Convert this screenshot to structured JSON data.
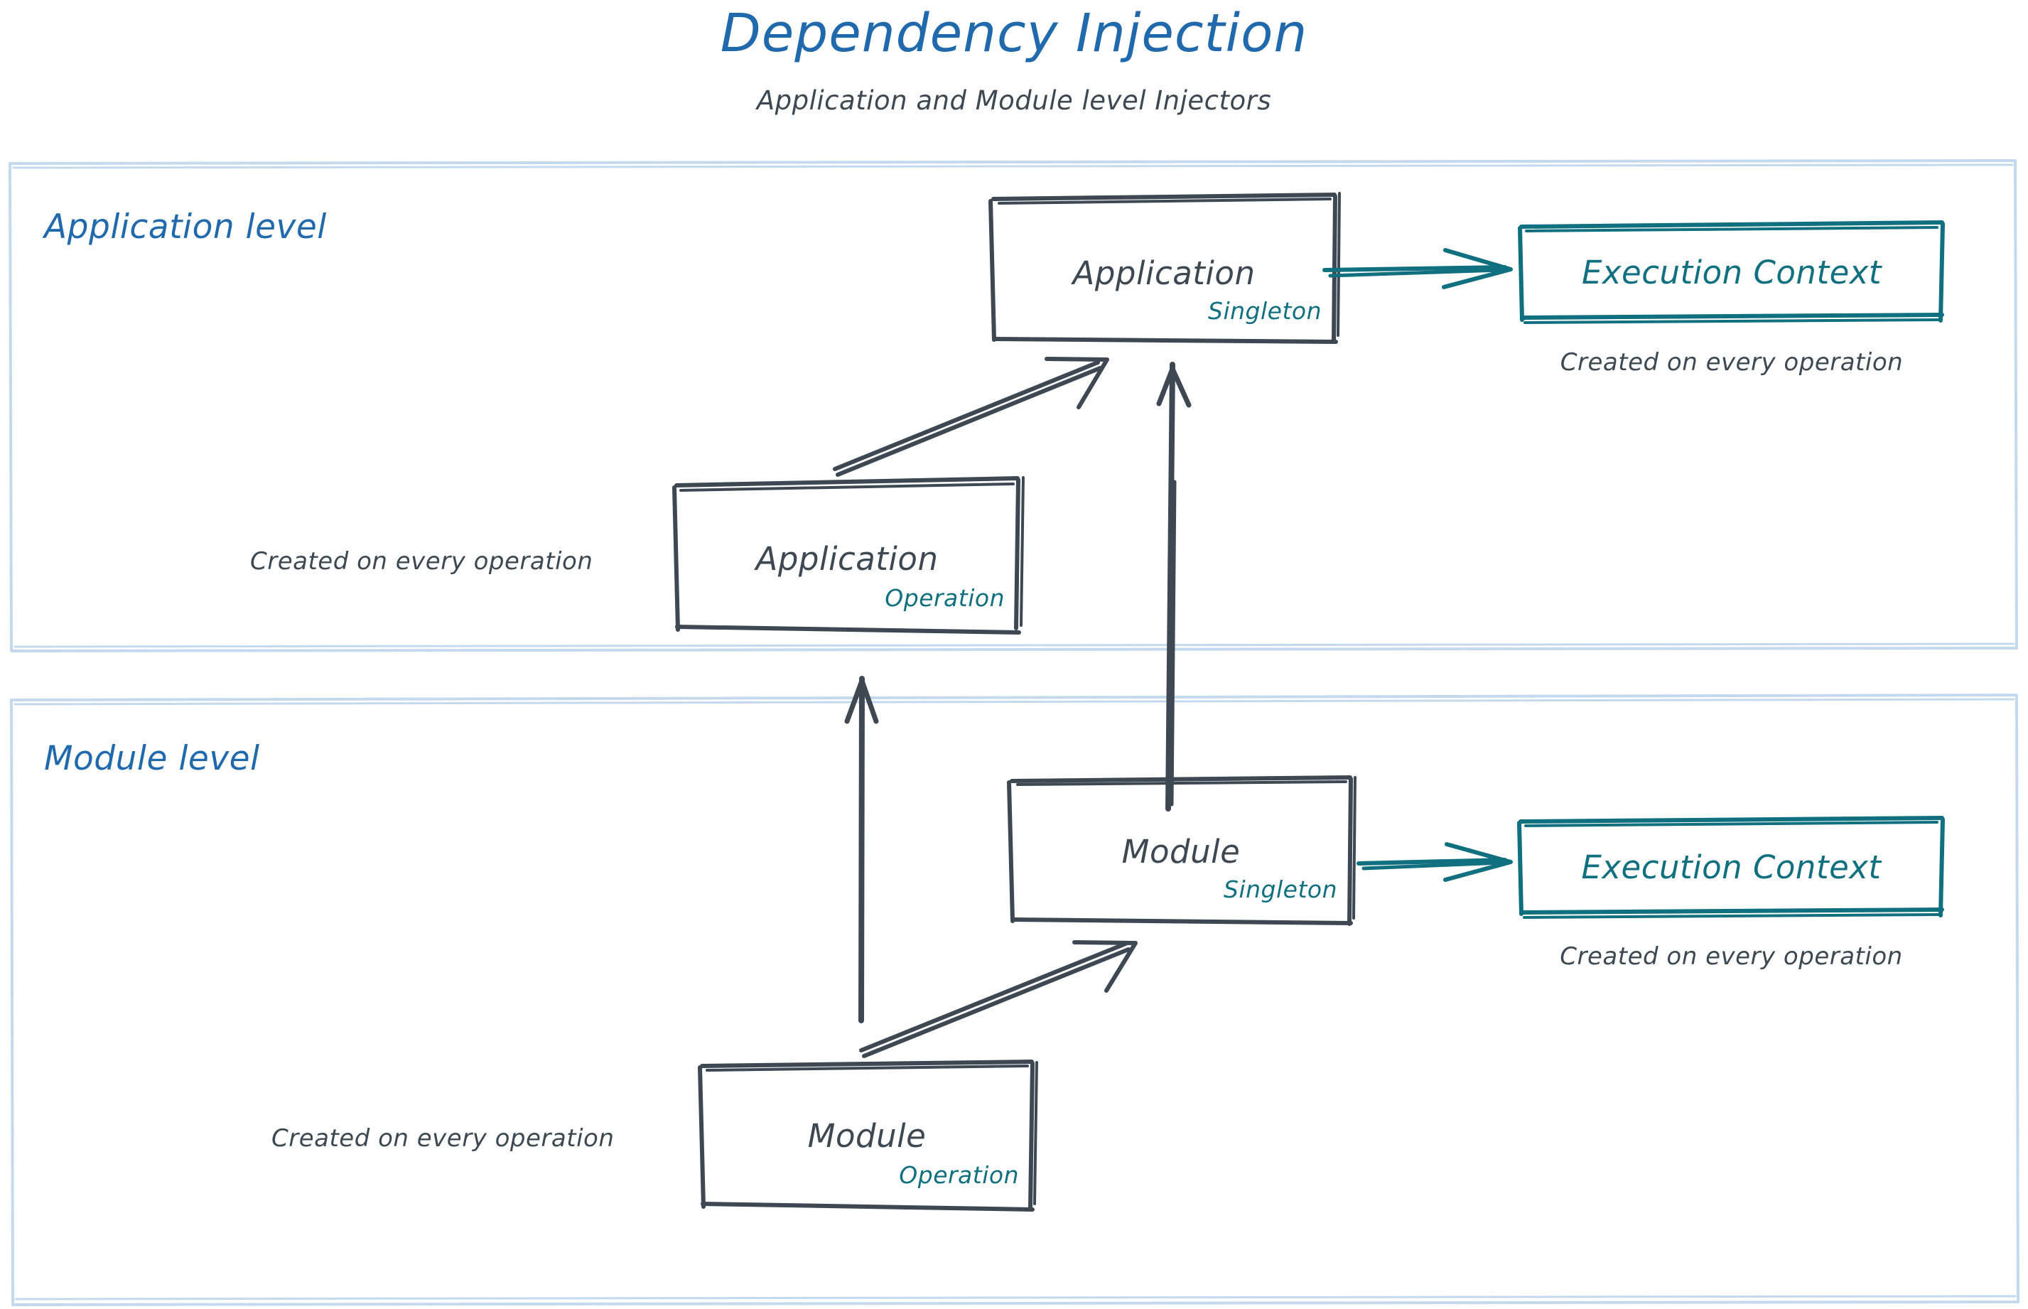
{
  "header": {
    "title": "Dependency Injection",
    "subtitle": "Application and Module level Injectors",
    "title_color": "#2069ad",
    "subtitle_color": "#3d4852"
  },
  "palette": {
    "ink": "#3d4852",
    "teal": "#10707f",
    "blue": "#2069ad",
    "container_border": "#c5d9ee",
    "background": "#ffffff"
  },
  "sections": [
    {
      "id": "application-level",
      "label": "Application level"
    },
    {
      "id": "module-level",
      "label": "Module level"
    }
  ],
  "nodes": [
    {
      "id": "application-singleton",
      "title": "Application",
      "scope": "Singleton",
      "style": "ink-box",
      "section": "application-level"
    },
    {
      "id": "application-operation",
      "title": "Application",
      "scope": "Operation",
      "style": "ink-box",
      "section": "application-level"
    },
    {
      "id": "execution-context-application",
      "title": "Execution Context",
      "scope": "",
      "style": "teal-box",
      "section": "application-level"
    },
    {
      "id": "module-singleton",
      "title": "Module",
      "scope": "Singleton",
      "style": "ink-box",
      "section": "module-level"
    },
    {
      "id": "module-operation",
      "title": "Module",
      "scope": "Operation",
      "style": "ink-box",
      "section": "module-level"
    },
    {
      "id": "execution-context-module",
      "title": "Execution Context",
      "scope": "",
      "style": "teal-box",
      "section": "module-level"
    }
  ],
  "notes": [
    {
      "id": "note-ec-application",
      "text": "Created on every operation"
    },
    {
      "id": "note-application-operation",
      "text": "Created on every operation"
    },
    {
      "id": "note-ec-module",
      "text": "Created on every operation"
    },
    {
      "id": "note-module-operation",
      "text": "Created on every operation"
    }
  ],
  "edges": [
    {
      "id": "edge-app-singleton-to-ec",
      "from": "application-singleton",
      "to": "execution-context-application",
      "color": "#10707f",
      "direction": "right"
    },
    {
      "id": "edge-app-operation-to-app-singleton",
      "from": "application-operation",
      "to": "application-singleton",
      "color": "#3d4852",
      "direction": "up-right"
    },
    {
      "id": "edge-module-singleton-to-app-singleton",
      "from": "module-singleton",
      "to": "application-singleton",
      "color": "#3d4852",
      "direction": "up"
    },
    {
      "id": "edge-module-operation-to-app-operation",
      "from": "module-operation",
      "to": "application-operation",
      "color": "#3d4852",
      "direction": "up"
    },
    {
      "id": "edge-module-operation-to-module-singleton",
      "from": "module-operation",
      "to": "module-singleton",
      "color": "#3d4852",
      "direction": "up-right"
    },
    {
      "id": "edge-module-singleton-to-ec",
      "from": "module-singleton",
      "to": "execution-context-module",
      "color": "#10707f",
      "direction": "right"
    }
  ]
}
